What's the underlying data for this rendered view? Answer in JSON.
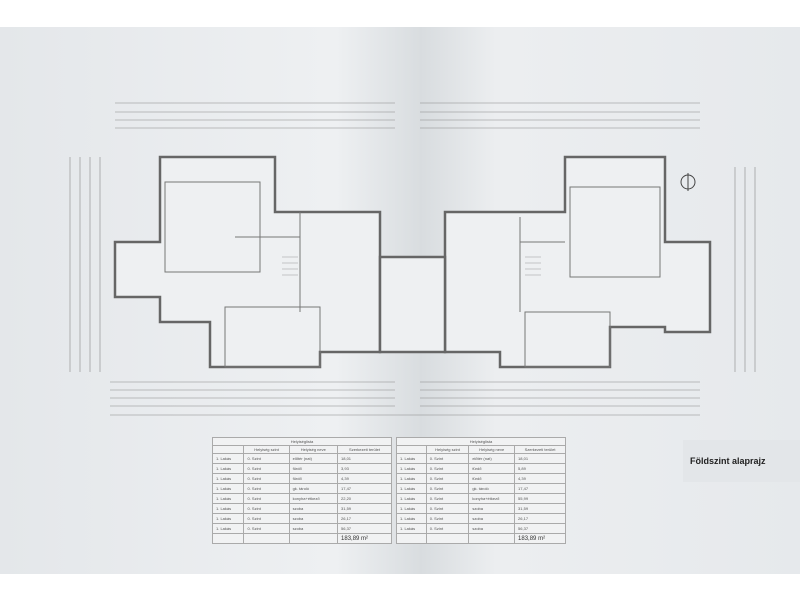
{
  "title": "Földszint alaprajz",
  "tables": [
    {
      "caption": "Helyiséglista",
      "headers": [
        "",
        "Helyiség szint",
        "Helyiség neve",
        "Szerkezeti terület"
      ],
      "rows": [
        [
          "1. Lakás",
          "0. Szint",
          "előtér (nat)",
          "18,01"
        ],
        [
          "1. Lakás",
          "0. Szint",
          "fürdő",
          "3,93"
        ],
        [
          "1. Lakás",
          "0. Szint",
          "fürdő",
          "4,39"
        ],
        [
          "1. Lakás",
          "0. Szint",
          "gk. tároló",
          "17,47"
        ],
        [
          "1. Lakás",
          "0. Szint",
          "konyha+étkező",
          "22,20"
        ],
        [
          "1. Lakás",
          "0. Szint",
          "szoba",
          "31,59"
        ],
        [
          "1. Lakás",
          "0. Szint",
          "szoba",
          "26,17"
        ],
        [
          "1. Lakás",
          "0. Szint",
          "szoba",
          "56,37"
        ]
      ],
      "total": "183,89 m²"
    },
    {
      "caption": "Helyiséglista",
      "headers": [
        "",
        "Helyiség szint",
        "Helyiség neve",
        "Szerkezeti terület"
      ],
      "rows": [
        [
          "1. Lakás",
          "0. Szint",
          "előtér (nat)",
          "18,01"
        ],
        [
          "1. Lakás",
          "0. Szint",
          "fürdő",
          "5,89"
        ],
        [
          "1. Lakás",
          "0. Szint",
          "fürdő",
          "4,39"
        ],
        [
          "1. Lakás",
          "0. Szint",
          "gk. tároló",
          "17,47"
        ],
        [
          "1. Lakás",
          "0. Szint",
          "konyha+étkező",
          "55,99"
        ],
        [
          "1. Lakás",
          "0. Szint",
          "szoba",
          "31,59"
        ],
        [
          "1. Lakás",
          "0. Szint",
          "szoba",
          "26,17"
        ],
        [
          "1. Lakás",
          "0. Szint",
          "szoba",
          "56,37"
        ]
      ],
      "total": "183,89 m²"
    }
  ]
}
